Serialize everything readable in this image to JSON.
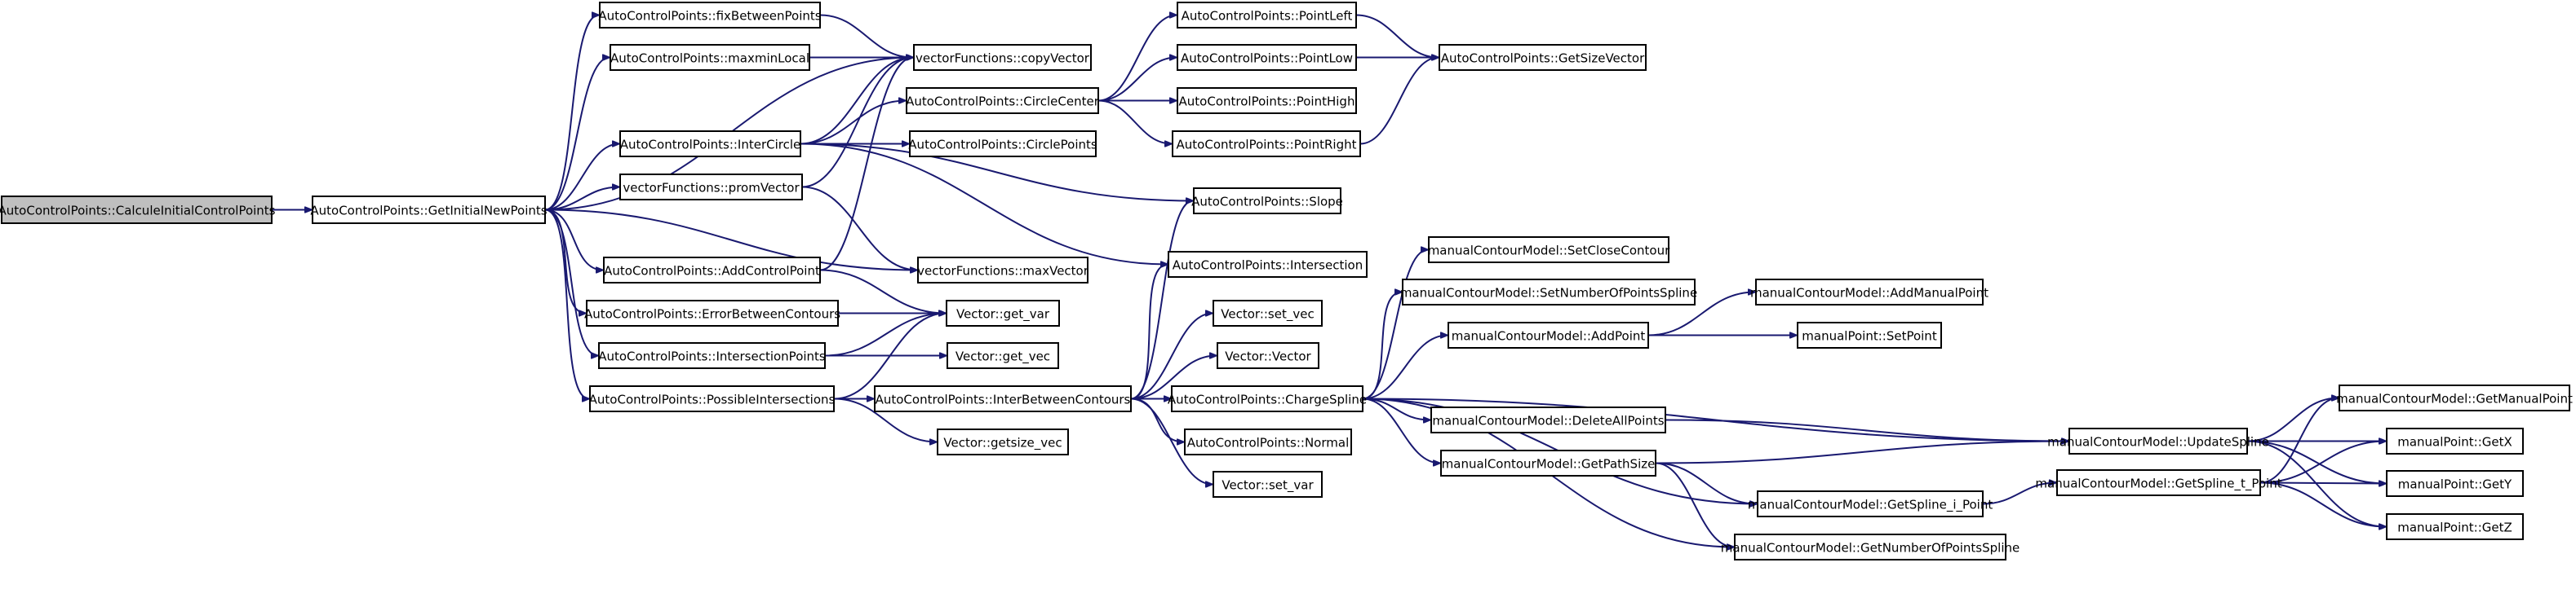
{
  "graph": {
    "root": "n0",
    "nodes": [
      {
        "id": "n0",
        "label": "AutoControlPoints::CalculeInitialControlPoints"
      },
      {
        "id": "n1",
        "label": "AutoControlPoints::GetInitialNewPoints"
      },
      {
        "id": "n2",
        "label": "AutoControlPoints::fixBetweenPoints"
      },
      {
        "id": "n3",
        "label": "AutoControlPoints::maxminLocal"
      },
      {
        "id": "n4",
        "label": "AutoControlPoints::InterCircle"
      },
      {
        "id": "n5",
        "label": "vectorFunctions::promVector"
      },
      {
        "id": "n6",
        "label": "AutoControlPoints::AddControlPoint"
      },
      {
        "id": "n7",
        "label": "AutoControlPoints::ErrorBetweenContours"
      },
      {
        "id": "n8",
        "label": "AutoControlPoints::IntersectionPoints"
      },
      {
        "id": "n9",
        "label": "AutoControlPoints::PossibleIntersections"
      },
      {
        "id": "n10",
        "label": "vectorFunctions::copyVector"
      },
      {
        "id": "n11",
        "label": "AutoControlPoints::CircleCenter"
      },
      {
        "id": "n12",
        "label": "AutoControlPoints::CirclePoints"
      },
      {
        "id": "n13",
        "label": "vectorFunctions::maxVector"
      },
      {
        "id": "n14",
        "label": "Vector::get_var"
      },
      {
        "id": "n15",
        "label": "Vector::get_vec"
      },
      {
        "id": "n16",
        "label": "AutoControlPoints::InterBetweenContours"
      },
      {
        "id": "n17",
        "label": "Vector::getsize_vec"
      },
      {
        "id": "n18",
        "label": "AutoControlPoints::PointLeft"
      },
      {
        "id": "n19",
        "label": "AutoControlPoints::PointLow"
      },
      {
        "id": "n20",
        "label": "AutoControlPoints::PointHigh"
      },
      {
        "id": "n21",
        "label": "AutoControlPoints::PointRight"
      },
      {
        "id": "n22",
        "label": "AutoControlPoints::Slope"
      },
      {
        "id": "n23",
        "label": "AutoControlPoints::Intersection"
      },
      {
        "id": "n24",
        "label": "Vector::set_vec"
      },
      {
        "id": "n25",
        "label": "Vector::Vector"
      },
      {
        "id": "n26",
        "label": "AutoControlPoints::ChargeSpline"
      },
      {
        "id": "n27",
        "label": "AutoControlPoints::Normal"
      },
      {
        "id": "n28",
        "label": "Vector::set_var"
      },
      {
        "id": "n29",
        "label": "AutoControlPoints::GetSizeVector"
      },
      {
        "id": "n30",
        "label": "manualContourModel::SetCloseContour"
      },
      {
        "id": "n31",
        "label": "manualContourModel::SetNumberOfPointsSpline"
      },
      {
        "id": "n32",
        "label": "manualContourModel::AddPoint"
      },
      {
        "id": "n33",
        "label": "manualContourModel::DeleteAllPoints"
      },
      {
        "id": "n34",
        "label": "manualContourModel::GetPathSize"
      },
      {
        "id": "n35",
        "label": "manualContourModel::AddManualPoint"
      },
      {
        "id": "n36",
        "label": "manualPoint::SetPoint"
      },
      {
        "id": "n37",
        "label": "manualContourModel::UpdateSpline"
      },
      {
        "id": "n38",
        "label": "manualContourModel::GetSpline_i_Point"
      },
      {
        "id": "n39",
        "label": "manualContourModel::GetNumberOfPointsSpline"
      },
      {
        "id": "n40",
        "label": "manualContourModel::GetSpline_t_Point"
      },
      {
        "id": "n41",
        "label": "manualContourModel::GetManualPoint"
      },
      {
        "id": "n42",
        "label": "manualPoint::GetX"
      },
      {
        "id": "n43",
        "label": "manualPoint::GetY"
      },
      {
        "id": "n44",
        "label": "manualPoint::GetZ"
      }
    ],
    "edges": [
      [
        "n0",
        "n1"
      ],
      [
        "n1",
        "n2"
      ],
      [
        "n1",
        "n3"
      ],
      [
        "n1",
        "n4"
      ],
      [
        "n1",
        "n5"
      ],
      [
        "n1",
        "n6"
      ],
      [
        "n1",
        "n7"
      ],
      [
        "n1",
        "n8"
      ],
      [
        "n1",
        "n9"
      ],
      [
        "n1",
        "n10"
      ],
      [
        "n1",
        "n13"
      ],
      [
        "n2",
        "n10"
      ],
      [
        "n3",
        "n10"
      ],
      [
        "n4",
        "n10"
      ],
      [
        "n4",
        "n11"
      ],
      [
        "n4",
        "n12"
      ],
      [
        "n4",
        "n22"
      ],
      [
        "n4",
        "n23"
      ],
      [
        "n5",
        "n10"
      ],
      [
        "n5",
        "n13"
      ],
      [
        "n6",
        "n10"
      ],
      [
        "n6",
        "n14"
      ],
      [
        "n7",
        "n14"
      ],
      [
        "n8",
        "n14"
      ],
      [
        "n8",
        "n15"
      ],
      [
        "n9",
        "n14"
      ],
      [
        "n9",
        "n16"
      ],
      [
        "n9",
        "n17"
      ],
      [
        "n11",
        "n18"
      ],
      [
        "n11",
        "n19"
      ],
      [
        "n11",
        "n20"
      ],
      [
        "n11",
        "n21"
      ],
      [
        "n18",
        "n29"
      ],
      [
        "n19",
        "n29"
      ],
      [
        "n21",
        "n29"
      ],
      [
        "n16",
        "n22"
      ],
      [
        "n16",
        "n23"
      ],
      [
        "n16",
        "n24"
      ],
      [
        "n16",
        "n25"
      ],
      [
        "n16",
        "n26"
      ],
      [
        "n16",
        "n27"
      ],
      [
        "n16",
        "n28"
      ],
      [
        "n26",
        "n30"
      ],
      [
        "n26",
        "n31"
      ],
      [
        "n26",
        "n32"
      ],
      [
        "n26",
        "n33"
      ],
      [
        "n26",
        "n34"
      ],
      [
        "n26",
        "n37"
      ],
      [
        "n26",
        "n38"
      ],
      [
        "n26",
        "n39"
      ],
      [
        "n32",
        "n35"
      ],
      [
        "n32",
        "n36"
      ],
      [
        "n33",
        "n37"
      ],
      [
        "n34",
        "n37"
      ],
      [
        "n34",
        "n38"
      ],
      [
        "n34",
        "n39"
      ],
      [
        "n37",
        "n41"
      ],
      [
        "n37",
        "n42"
      ],
      [
        "n37",
        "n43"
      ],
      [
        "n37",
        "n44"
      ],
      [
        "n38",
        "n40"
      ],
      [
        "n40",
        "n41"
      ],
      [
        "n40",
        "n42"
      ],
      [
        "n40",
        "n43"
      ],
      [
        "n40",
        "n44"
      ]
    ]
  },
  "colors": {
    "edge": "#191970",
    "node_fill": "#ffffff",
    "root_fill": "#bfbfbf",
    "border": "#000000"
  }
}
